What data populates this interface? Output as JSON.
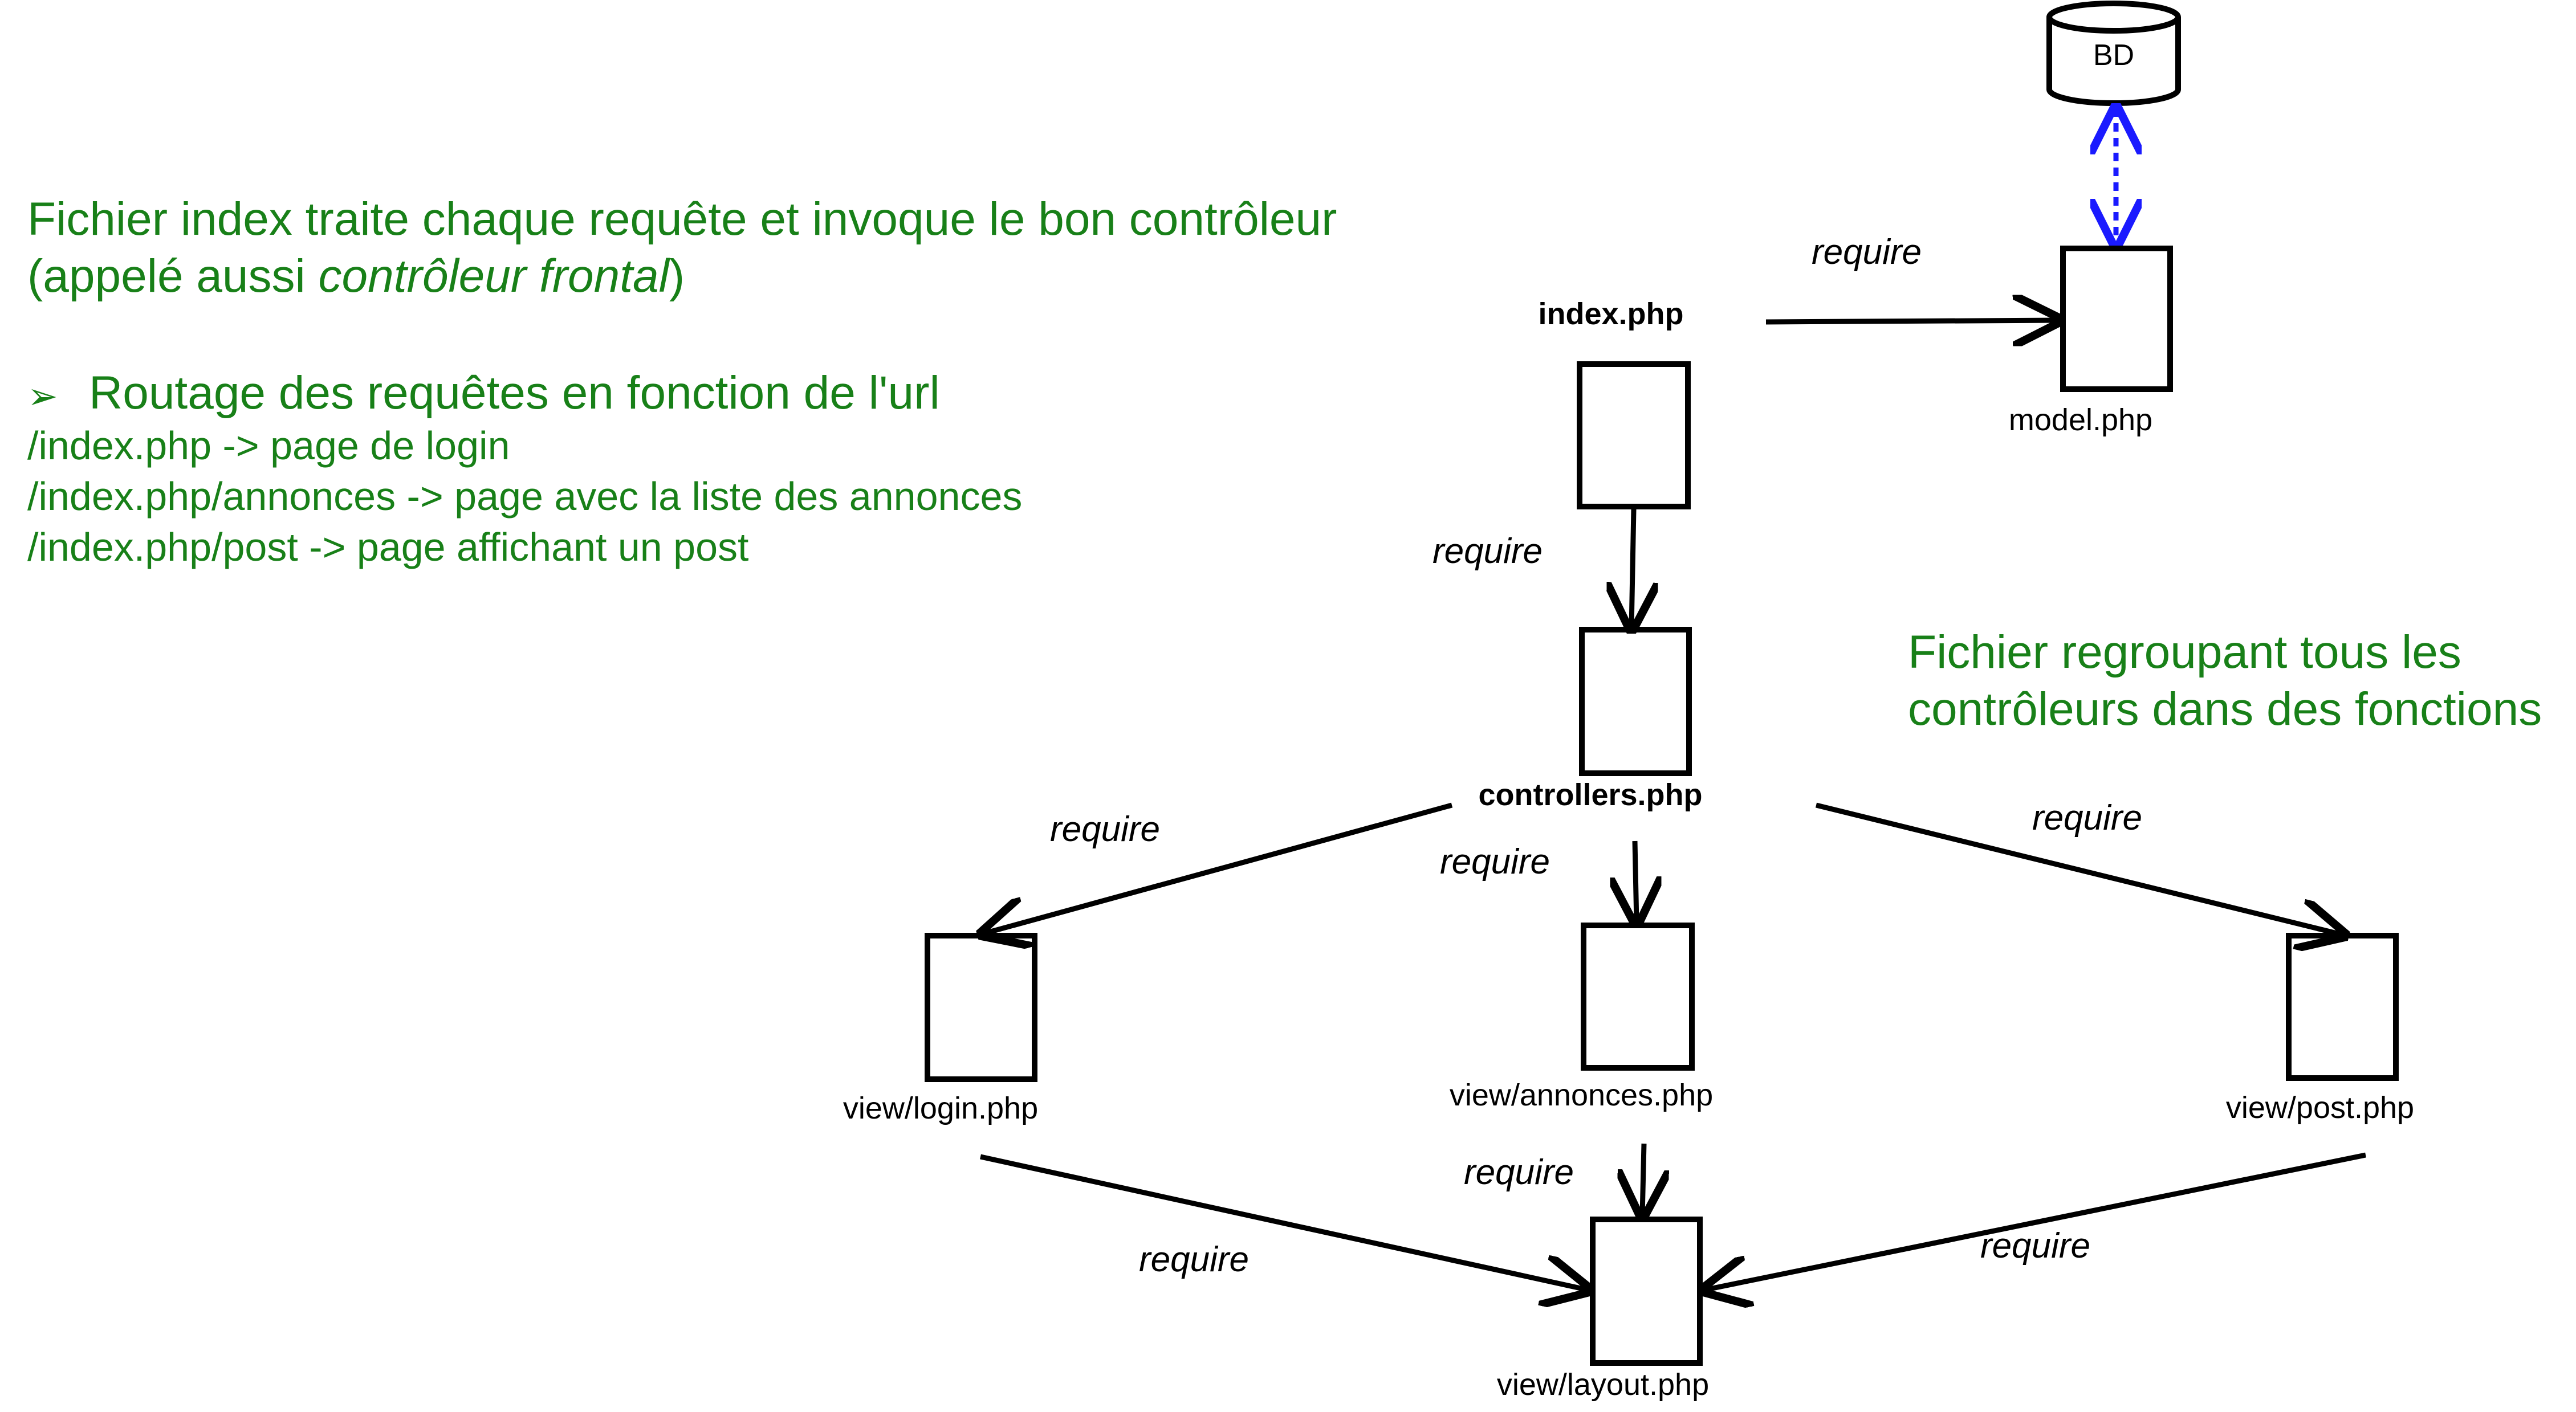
{
  "left_text": {
    "intro_line1": "Fichier index traite chaque requête et invoque le bon contrôleur",
    "intro_line2_start": "(appelé aussi ",
    "intro_line2_italic": "contrôleur frontal",
    "intro_line2_end": ")",
    "bullet_glyph": "➢",
    "bullet": "Routage des requêtes en fonction de l'url",
    "routes": [
      "/index.php -> page de login",
      "/index.php/annonces -> page avec la liste des annonces",
      "/index.php/post -> page affichant un post"
    ]
  },
  "controllers_note": {
    "line1": "Fichier regroupant tous les",
    "line2": "contrôleurs dans des fonctions"
  },
  "nodes": {
    "database": "BD",
    "index": "index.php",
    "model": "model.php",
    "controllers": "controllers.php",
    "login_view": "view/login.php",
    "annonces_view": "view/annonces.php",
    "post_view": "view/post.php",
    "layout_view": "view/layout.php"
  },
  "relation_label": "require",
  "colors": {
    "note_text": "#188018",
    "db_link": "#1a1aff",
    "stroke": "#000000"
  }
}
